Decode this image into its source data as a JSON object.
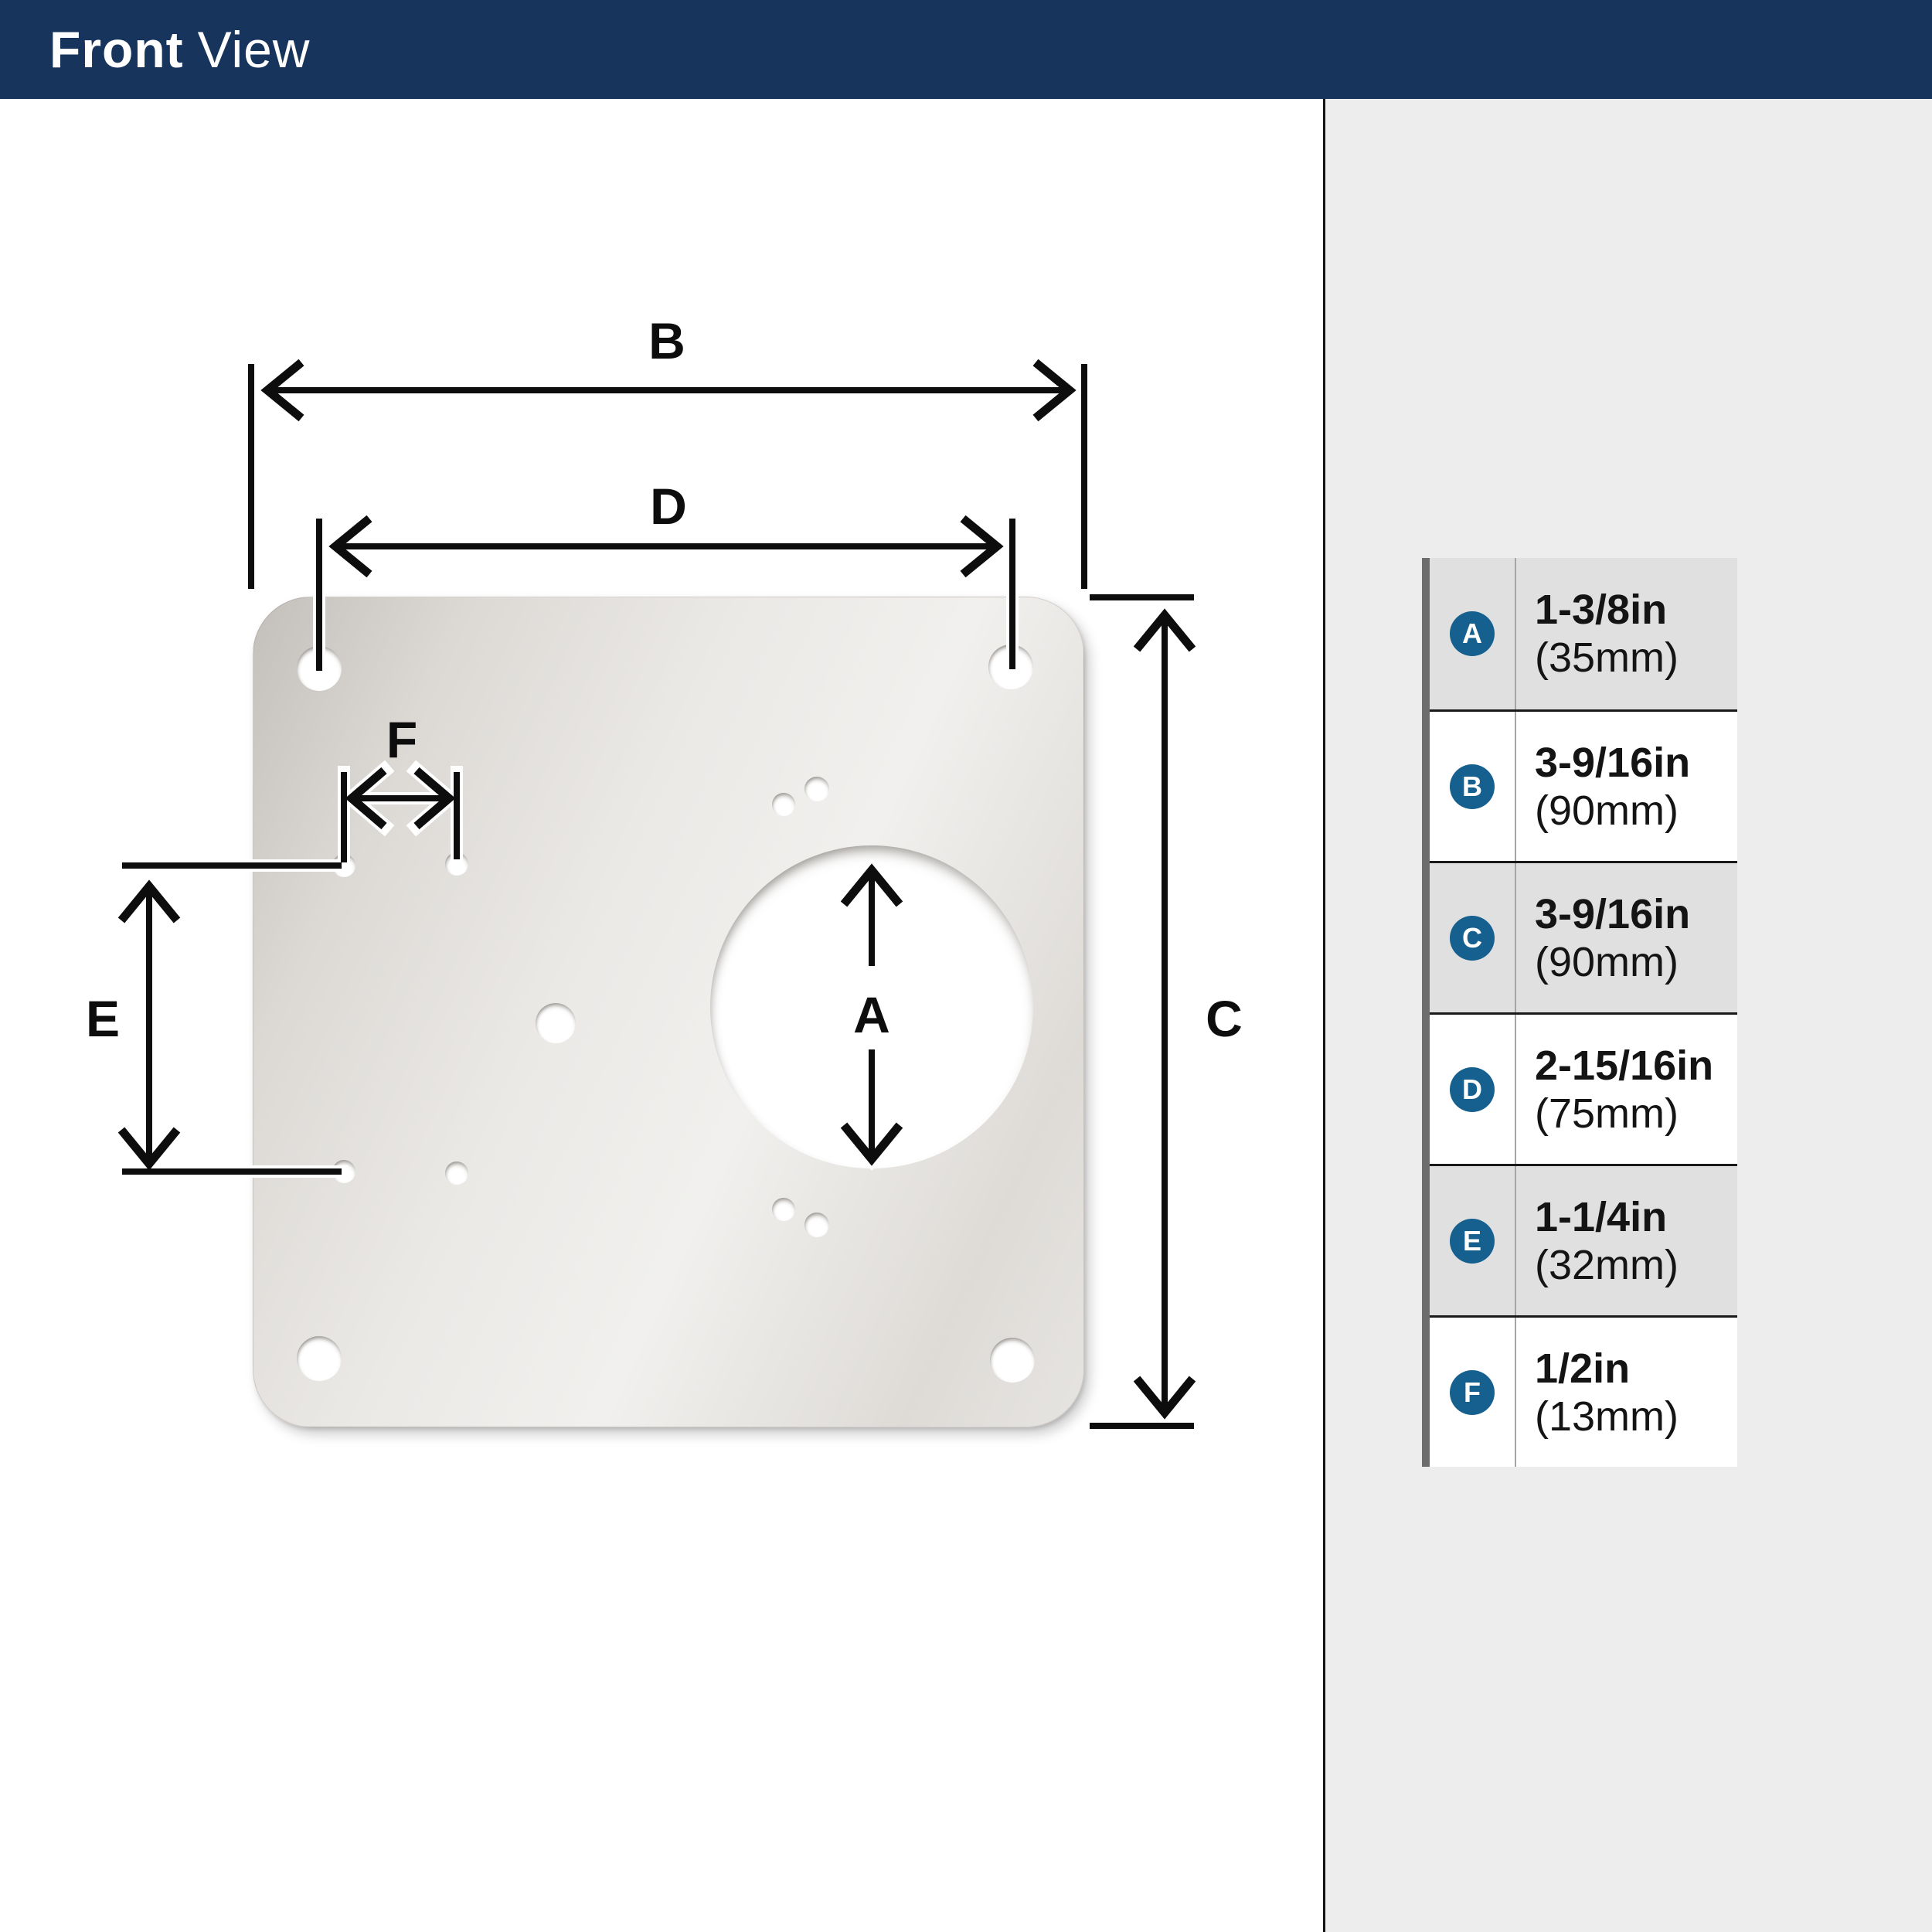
{
  "header": {
    "title_bold": "Front",
    "title_regular": "View"
  },
  "colors": {
    "header_bg": "#17345c",
    "badge_blue": "#15608f",
    "row_alt_gray": "#e0e0e0",
    "sidebar_bg": "#ededed",
    "accent_bar": "#6d6d6d",
    "line_ink": "#0d0d0d"
  },
  "diagram": {
    "labels": {
      "a": "A",
      "b": "B",
      "c": "C",
      "d": "D",
      "e": "E",
      "f": "F"
    }
  },
  "table": {
    "rows": [
      {
        "letter": "A",
        "value": "1-3/8in",
        "metric": "(35mm)"
      },
      {
        "letter": "B",
        "value": "3-9/16in",
        "metric": "(90mm)"
      },
      {
        "letter": "C",
        "value": "3-9/16in",
        "metric": "(90mm)"
      },
      {
        "letter": "D",
        "value": "2-15/16in",
        "metric": "(75mm)"
      },
      {
        "letter": "E",
        "value": "1-1/4in",
        "metric": "(32mm)"
      },
      {
        "letter": "F",
        "value": "1/2in",
        "metric": "(13mm)"
      }
    ]
  }
}
